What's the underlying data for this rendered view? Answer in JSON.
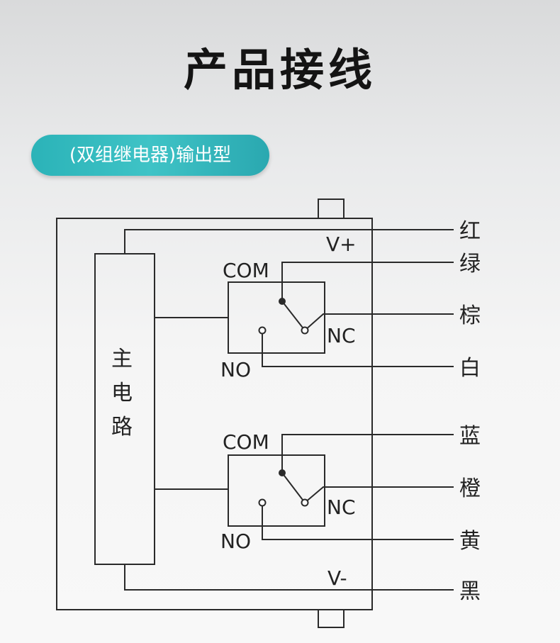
{
  "page_title": "产品接线",
  "badge": "(双组继电器)输出型",
  "main_circuit": [
    "主",
    "电",
    "路"
  ],
  "power": {
    "positive": "V+",
    "negative": "V-"
  },
  "relays": [
    {
      "com": "COM",
      "nc": "NC",
      "no": "NO"
    },
    {
      "com": "COM",
      "nc": "NC",
      "no": "NO"
    }
  ],
  "wires": [
    "红",
    "绿",
    "棕",
    "白",
    "蓝",
    "橙",
    "黄",
    "黑"
  ],
  "colors": {
    "line": "#2a2a2a",
    "badge": "#33b9bd",
    "title": "#141414"
  }
}
